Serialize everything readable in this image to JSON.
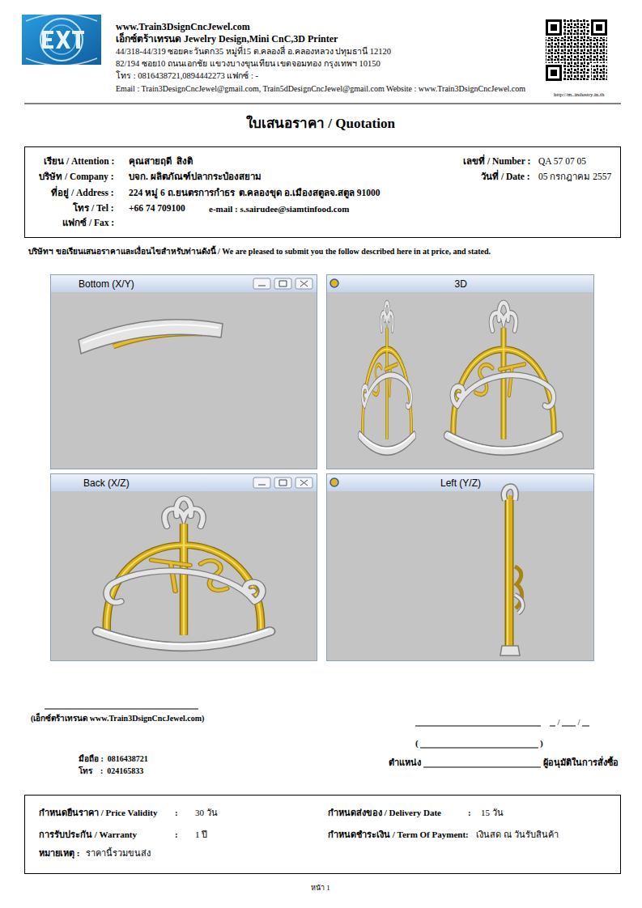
{
  "diagram": {
    "title": "ใบเสนอราคา / Quotation",
    "nodes": [
      {
        "text": [
          "เรียน / Attention :",
          "คุณสายฤดี  สิงติ",
          "เลขที่ / Number :",
          "QA 57 07 05",
          "บริษัท / Company :",
          "บจก. ผลิตภัณฑ์ปลากระป๋องสยาม",
          "วันที่ / Date :",
          "05 กรกฎาคม 2557",
          "ที่อยู่ / Address :",
          "224 หมู่ 6 ถ.ยนตรการกำธร  ต.คลองขุด อ.เมืองสตูลจ.สตูล 91000",
          "โทร / Tel :",
          "+66 74 709100",
          "e-mail : s.sairudee@siamtinfood.com",
          "แฟกซ์ / Fax :"
        ]
      },
      {
        "text": [
          "Bottom (X/Y)"
        ]
      },
      {
        "text": [
          "3D"
        ]
      },
      {
        "text": [
          "Back (X/Z)"
        ]
      },
      {
        "text": [
          "Left (Y/Z)"
        ]
      },
      {
        "text": [
          "กำหนดยืนราคา / Price Validity",
          ":",
          "30 วัน",
          "กำหนดส่งของ / Delivery Date",
          ":",
          "15 วัน",
          "การรับประกัน / Warranty",
          ":",
          "1 ปี",
          "กำหนดชำระเงิน / Term Of Payment:",
          "เงินสด ณ วันรับสินค้า",
          "หมายเหตุ :",
          "ราคานี้รวมขนส่ง"
        ]
      }
    ],
    "labels": [
      "www.Train3DsignCncJewel.com",
      "เอ็กซ์ตร้าเทรนด Jewelry Design,Mini CnC,3D Printer",
      "44/318-44/319 ซอยคะวันตก35 หมู่ที่15 ต.คลองสี่ อ.คลองหลวง ปทุมธานี 12120",
      "82/194 ซอย10 ถนนเอกชัย แขวงบางขุนเทียน เขตจอมทอง กรุงเทพฯ 10150",
      "โทร : 0816438721,0894442273 แฟกซ์ : -",
      "Email : Train3DesignCncJewel@gmail.com, Train5dDesignCncJewel@gmail.com Website : www.Train3DsignCncJewel.com",
      "http://m..industry.in.th",
      "บริษัทฯ ขอเรียนเสนอราคาและเงื่อนไขสำหรับท่านดังนี้ / We are pleased to submit you the follow described here in at price, and stated.",
      "(เอ็กซ์ตร้าเทรนด www.Train3DsignCncJewel.com)",
      "มือถือ :  0816438721",
      "โทร    :  024165833",
      "/",
      "/",
      "(",
      ")",
      "ตำแหน่ง",
      "ผู้อนุมัติในการสั่งซื้อ",
      "หน้า 1"
    ]
  }
}
